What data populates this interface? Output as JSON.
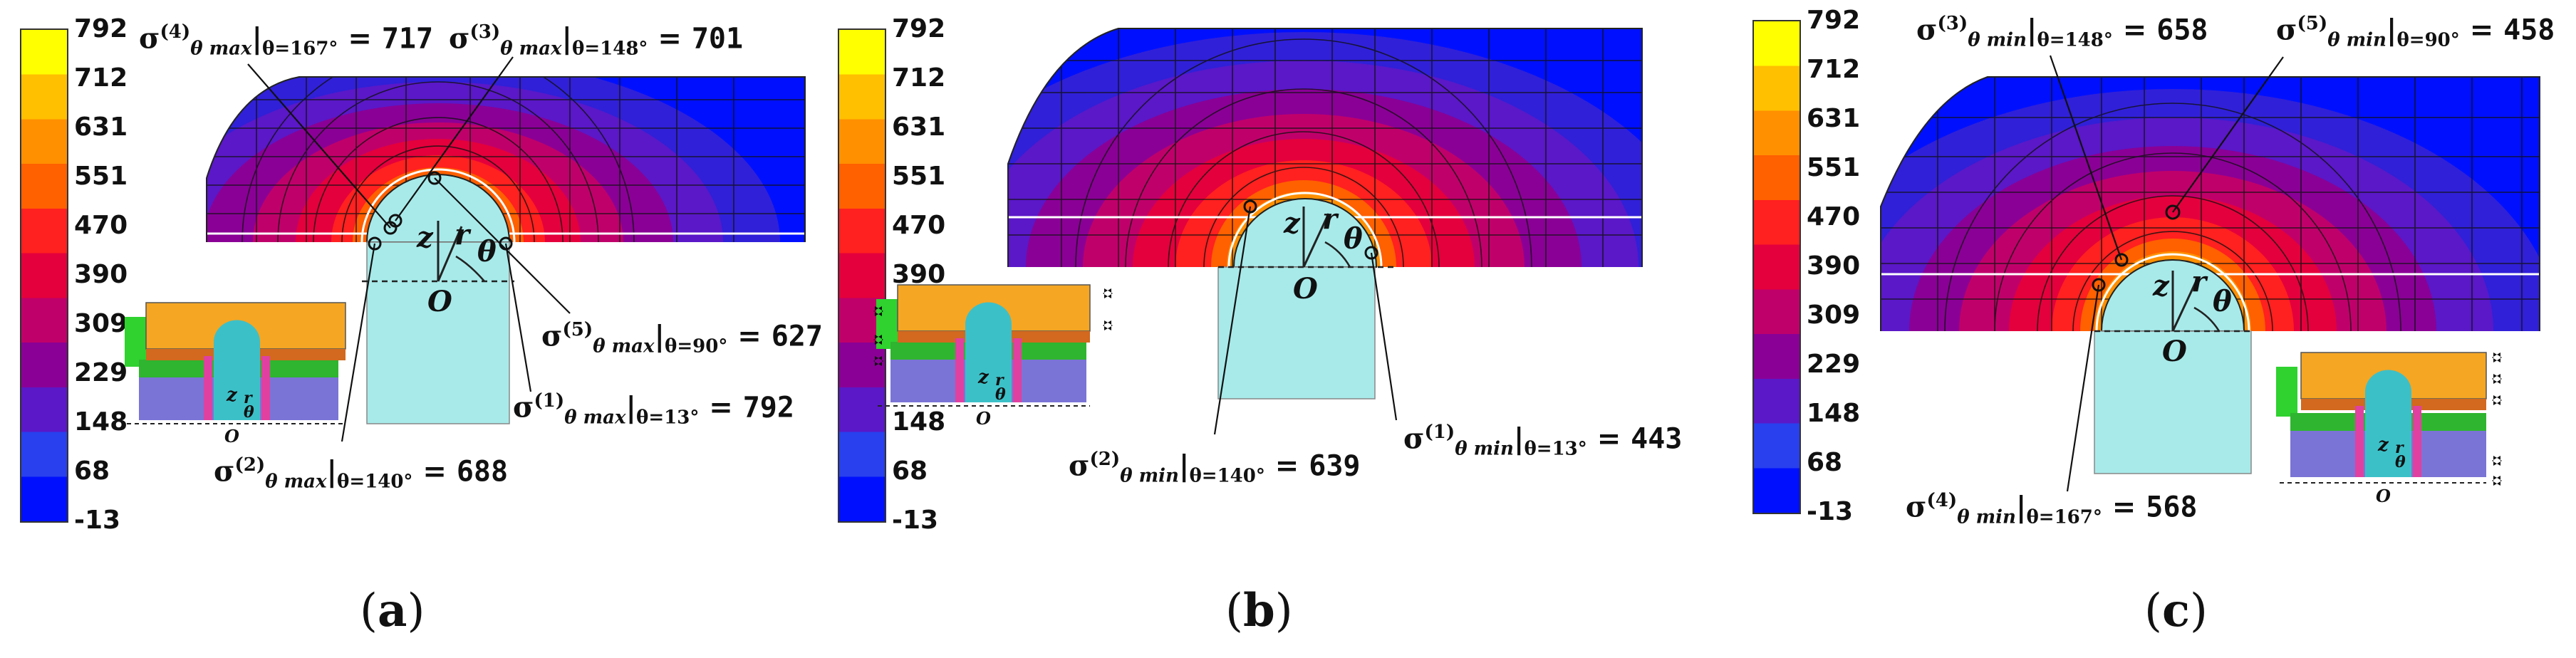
{
  "colorbar": {
    "ticks": [
      "792",
      "712",
      "631",
      "551",
      "470",
      "390",
      "309",
      "229",
      "148",
      "68",
      "-13"
    ],
    "colors": [
      "#ffff00",
      "#ffc000",
      "#ff9000",
      "#ff6000",
      "#ff2020",
      "#e4003c",
      "#c0006a",
      "#8a0096",
      "#5a18c8",
      "#2840ee",
      "#0010ff"
    ]
  },
  "colors": {
    "hole": "#a8eaea",
    "face": "#f0f0f0",
    "orange": "#f5a623",
    "green": "#2fb52f",
    "purple": "#7a74d6"
  },
  "panels": [
    {
      "label": "a",
      "annotations": [
        {
          "sym": "σ",
          "sup": "(4)",
          "sub": "θ max",
          "cond": "θ=167°",
          "value": "717"
        },
        {
          "sym": "σ",
          "sup": "(3)",
          "sub": "θ max",
          "cond": "θ=148°",
          "value": "701"
        },
        {
          "sym": "σ",
          "sup": "(5)",
          "sub": "θ max",
          "cond": "θ=90°",
          "value": "627"
        },
        {
          "sym": "σ",
          "sup": "(1)",
          "sub": "θ max",
          "cond": "θ=13°",
          "value": "792"
        },
        {
          "sym": "σ",
          "sup": "(2)",
          "sub": "θ max",
          "cond": "θ=140°",
          "value": "688"
        }
      ],
      "axes": {
        "z": "z",
        "r": "r",
        "theta": "θ",
        "origin": "O"
      }
    },
    {
      "label": "b",
      "annotations": [
        {
          "sym": "σ",
          "sup": "(2)",
          "sub": "θ min",
          "cond": "θ=140°",
          "value": "639"
        },
        {
          "sym": "σ",
          "sup": "(1)",
          "sub": "θ min",
          "cond": "θ=13°",
          "value": "443"
        }
      ],
      "axes": {
        "z": "z",
        "r": "r",
        "theta": "θ",
        "origin": "O"
      }
    },
    {
      "label": "c",
      "annotations": [
        {
          "sym": "σ",
          "sup": "(3)",
          "sub": "θ min",
          "cond": "θ=148°",
          "value": "658"
        },
        {
          "sym": "σ",
          "sup": "(5)",
          "sub": "θ min",
          "cond": "θ=90°",
          "value": "458"
        },
        {
          "sym": "σ",
          "sup": "(4)",
          "sub": "θ min",
          "cond": "θ=167°",
          "value": "568"
        }
      ],
      "axes": {
        "z": "z",
        "r": "r",
        "theta": "θ",
        "origin": "O"
      }
    }
  ]
}
